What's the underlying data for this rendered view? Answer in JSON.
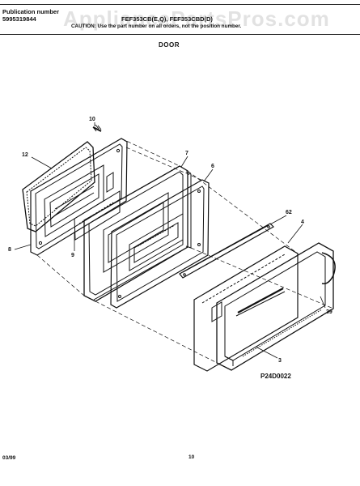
{
  "header": {
    "publication_label": "Publication number",
    "publication_number": "5995319844",
    "models": "FEF353CB(E,Q), FEF353CBD(D)",
    "caution": "CAUTION: Use the part number on all orders, not the position number."
  },
  "section_title": "DOOR",
  "watermark": "AppliancePartsPros.com",
  "diagram": {
    "callouts": [
      "10",
      "12",
      "7",
      "6",
      "62",
      "4",
      "8",
      "9",
      "39",
      "3"
    ],
    "figure_code": "P24D0022"
  },
  "footer": {
    "date": "03/99",
    "page_number": "10"
  }
}
